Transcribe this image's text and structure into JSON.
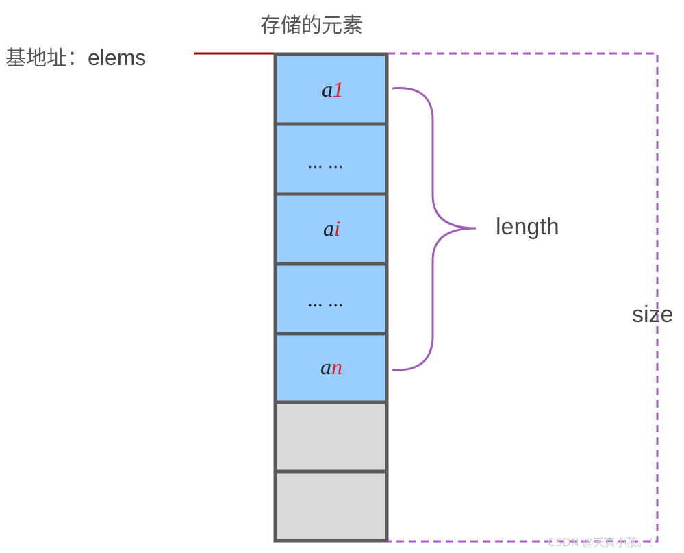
{
  "title": "存储的元素",
  "base_address": {
    "prefix": "基地址：",
    "name": "elems"
  },
  "cells": [
    {
      "kind": "element",
      "base": "a",
      "sub": "1"
    },
    {
      "kind": "ellipsis",
      "text": "... ..."
    },
    {
      "kind": "element",
      "base": "a",
      "sub": "i"
    },
    {
      "kind": "ellipsis",
      "text": "... ..."
    },
    {
      "kind": "element",
      "base": "a",
      "sub": "n"
    },
    {
      "kind": "empty"
    },
    {
      "kind": "empty"
    }
  ],
  "labels": {
    "length": "length",
    "size": "size"
  },
  "colors": {
    "filled_cell": "#99ccff",
    "empty_cell": "#d9d9d9",
    "cell_border": "#595959",
    "pointer_line": "#a00000",
    "brace": "#a05ab8",
    "size_frame": "#a05ab8",
    "subscript": "#e31b23"
  },
  "watermark": "CSDN @天真小孩。！"
}
